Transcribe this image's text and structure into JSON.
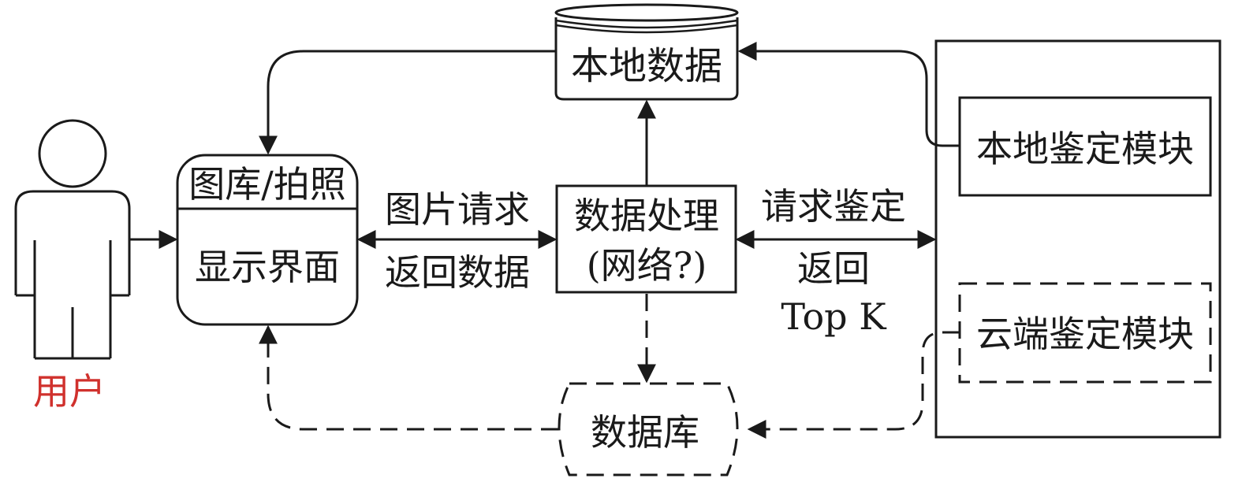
{
  "nodes": {
    "user": {
      "label": "用户",
      "label_color": "#d0312d"
    },
    "ui_box": {
      "header": "图库/拍照",
      "body": "显示界面"
    },
    "local_data": {
      "label": "本地数据"
    },
    "processing": {
      "line1": "数据处理",
      "line2": "(网络?)"
    },
    "database": {
      "label": "数据库"
    },
    "local_module": {
      "label": "本地鉴定模块"
    },
    "cloud_module": {
      "label": "云端鉴定模块"
    }
  },
  "edges": {
    "image_request": "图片请求",
    "return_data": "返回数据",
    "request_identify": "请求鉴定",
    "return": "返回",
    "top_k": "Top K"
  }
}
